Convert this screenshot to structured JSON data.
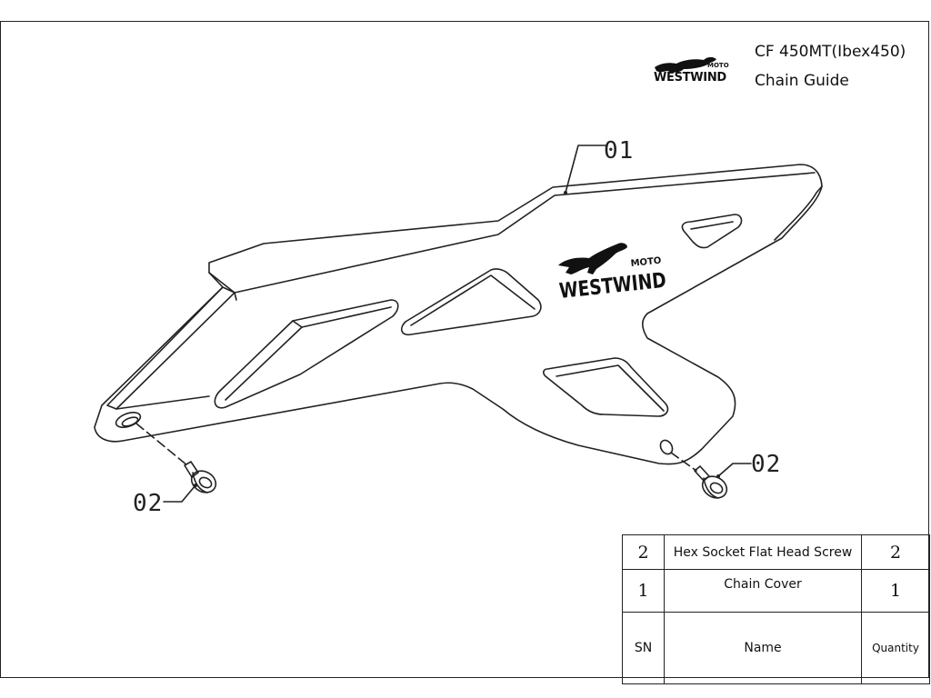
{
  "title_block": {
    "model": "CF 450MT(Ibex450)",
    "part": "Chain Guide"
  },
  "logo": {
    "brand": "WESTWIND",
    "sub": "MOTO"
  },
  "callouts": {
    "part_01": "01",
    "screw_left": "02",
    "screw_right": "02"
  },
  "bom": {
    "rows": [
      {
        "sn": "2",
        "name": "Hex Socket Flat Head Screw",
        "qty": "2"
      },
      {
        "sn": "1",
        "name": "Chain Cover",
        "qty": "1"
      }
    ],
    "header": {
      "sn": "SN",
      "name": "Name",
      "qty": "Quantity"
    }
  },
  "colors": {
    "line": "#222222",
    "background": "#ffffff"
  }
}
